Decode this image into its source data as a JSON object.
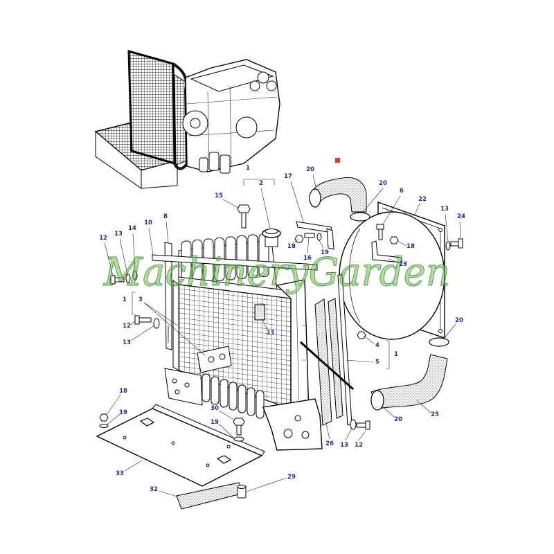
{
  "diagram": {
    "label_color": "#1f2a8a",
    "marker_color": "#e53935",
    "watermark": {
      "text": "MachineryGarden",
      "color": "#6fbf4a"
    },
    "callouts": [
      "1",
      "2",
      "20",
      "17",
      "20",
      "6",
      "22",
      "15",
      "8",
      "13",
      "24",
      "12",
      "13",
      "14",
      "10",
      "18",
      "16",
      "19",
      "18",
      "23",
      "1",
      "3",
      "11",
      "12",
      "13",
      "20",
      "4",
      "1",
      "5",
      "18",
      "19",
      "30",
      "19",
      "20",
      "25",
      "26",
      "13",
      "12",
      "33",
      "32",
      "29"
    ]
  }
}
